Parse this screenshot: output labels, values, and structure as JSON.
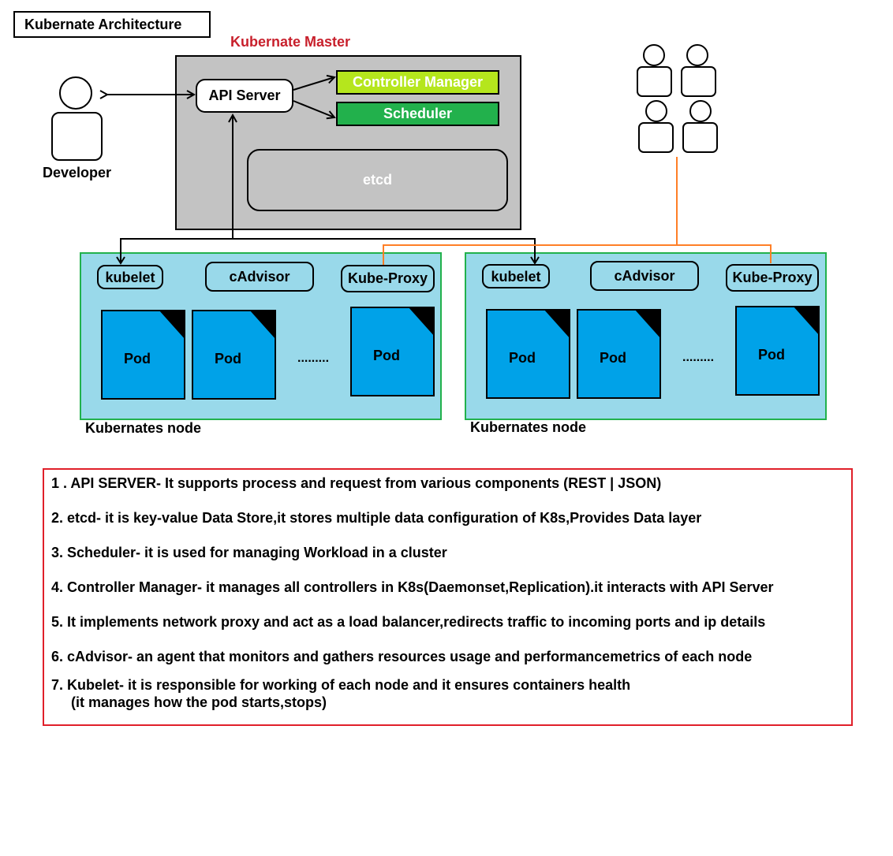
{
  "title": "Kubernate Architecture",
  "master": {
    "label": "Kubernate Master",
    "api_server": "API Server",
    "controller_manager": "Controller Manager",
    "scheduler": "Scheduler",
    "etcd": "etcd"
  },
  "developer": {
    "label": "Developer"
  },
  "nodes": [
    {
      "label": "Kubernates node",
      "kubelet": "kubelet",
      "cadvisor": "cAdvisor",
      "kube_proxy": "Kube-Proxy",
      "pods": [
        "Pod",
        "Pod",
        "Pod"
      ],
      "ellipsis": "........."
    },
    {
      "label": "Kubernates node",
      "kubelet": "kubelet",
      "cadvisor": "cAdvisor",
      "kube_proxy": "Kube-Proxy",
      "pods": [
        "Pod",
        "Pod",
        "Pod"
      ],
      "ellipsis": "........."
    }
  ],
  "descriptions": [
    "1 . API SERVER- It supports process and request from various components (REST | JSON)",
    "2. etcd- it is key-value Data Store,it stores multiple data configuration of K8s,Provides Data layer",
    "3. Scheduler- it is used for managing Workload in a cluster",
    "4. Controller Manager- it manages all controllers in K8s(Daemonset,Replication).it interacts with API Server",
    "5. It implements network proxy and act as a load balancer,redirects traffic to incoming ports and ip details",
    "6. cAdvisor- an agent that monitors and gathers resources usage and performancemetrics of each node",
    "7. Kubelet- it is responsible for working of each node and it ensures containers health",
    "(it manages how the pod starts,stops)"
  ],
  "colors": {
    "master_bg": "#c3c3c3",
    "controller_manager": "#b5e61d",
    "scheduler": "#22b14c",
    "node_bg": "#99d9ea",
    "node_border": "#22b14c",
    "pod": "#00a2e8",
    "proxy_line": "#ff7f27",
    "master_label": "#c8202c",
    "description_border": "#e0202a"
  }
}
